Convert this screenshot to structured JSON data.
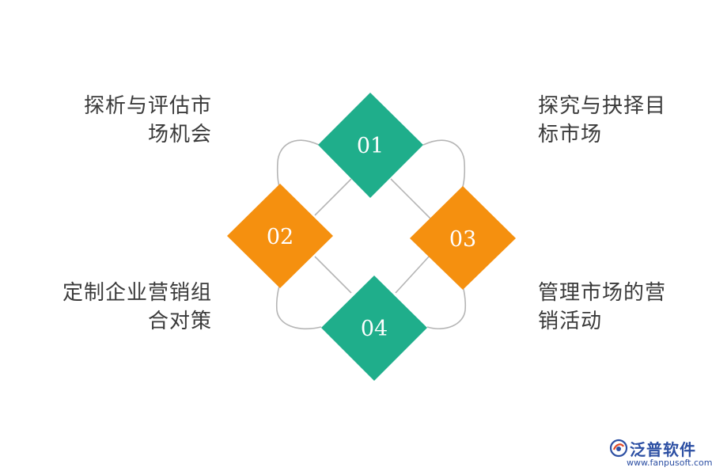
{
  "steps": [
    {
      "number": "01",
      "label_lines": [
        "探析与评估市",
        "场机会"
      ],
      "color": "#1fae8b"
    },
    {
      "number": "02",
      "label_lines": [
        "定制企业营销组",
        "合对策"
      ],
      "color": "#f5900f"
    },
    {
      "number": "03",
      "label_lines": [
        "探究与抉择目",
        "标市场"
      ],
      "color": "#f5900f"
    },
    {
      "number": "04",
      "label_lines": [
        "管理市场的营",
        "销活动"
      ],
      "color": "#1fae8b"
    }
  ],
  "connector_color": "#b5b5b5",
  "watermark": {
    "brand": "泛普软件",
    "url": "www.fanpusoft.com",
    "color": "#2c4fa3"
  }
}
